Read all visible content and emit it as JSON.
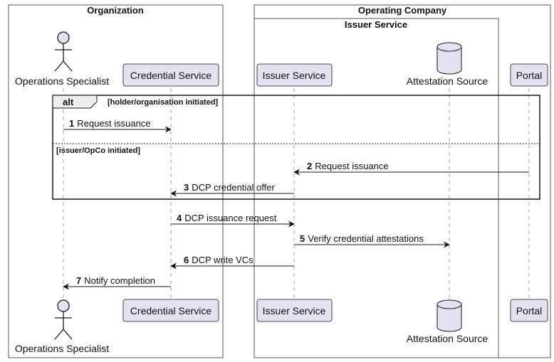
{
  "boxes": {
    "organization": "Organization",
    "operating_company": "Operating Company",
    "issuer_service_group": "Issuer Service"
  },
  "participants": {
    "operations_specialist": "Operations Specialist",
    "credential_service": "Credential Service",
    "issuer_service": "Issuer Service",
    "attestation_source": "Attestation Source",
    "portal": "Portal"
  },
  "alt": {
    "keyword": "alt",
    "guard1": "[holder/organisation initiated]",
    "guard2": "[issuer/OpCo initiated]"
  },
  "messages": [
    {
      "num": "1",
      "text": "Request issuance"
    },
    {
      "num": "2",
      "text": "Request issuance"
    },
    {
      "num": "3",
      "text": "DCP credential offer"
    },
    {
      "num": "4",
      "text": "DCP issuance request"
    },
    {
      "num": "5",
      "text": "Verify credential attestations"
    },
    {
      "num": "6",
      "text": "DCP write VCs"
    },
    {
      "num": "7",
      "text": "Notify completion"
    }
  ],
  "colors": {
    "participant_fill": "#E2E2F0",
    "participant_stroke": "#181818",
    "lifeline": "#A0A0A0",
    "box_stroke": "#555555"
  }
}
